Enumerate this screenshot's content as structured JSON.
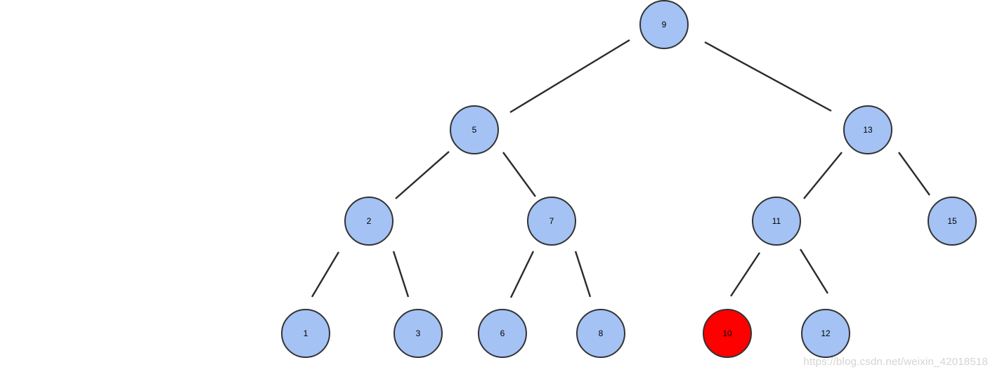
{
  "colors": {
    "node_fill": "#a4c2f4",
    "highlight_fill": "#ff0000",
    "stroke": "#333333"
  },
  "diagram": {
    "type": "binary-search-tree",
    "highlighted_node": "10",
    "nodes": [
      {
        "id": "n9",
        "label": "9"
      },
      {
        "id": "n5",
        "label": "5"
      },
      {
        "id": "n13",
        "label": "13"
      },
      {
        "id": "n2",
        "label": "2"
      },
      {
        "id": "n7",
        "label": "7"
      },
      {
        "id": "n11",
        "label": "11"
      },
      {
        "id": "n15",
        "label": "15"
      },
      {
        "id": "n1",
        "label": "1"
      },
      {
        "id": "n3",
        "label": "3"
      },
      {
        "id": "n6",
        "label": "6"
      },
      {
        "id": "n8",
        "label": "8"
      },
      {
        "id": "n10",
        "label": "10"
      },
      {
        "id": "n12",
        "label": "12"
      }
    ],
    "edges": [
      {
        "from": "n9",
        "to": "n5"
      },
      {
        "from": "n9",
        "to": "n13"
      },
      {
        "from": "n5",
        "to": "n2"
      },
      {
        "from": "n5",
        "to": "n7"
      },
      {
        "from": "n13",
        "to": "n11"
      },
      {
        "from": "n13",
        "to": "n15"
      },
      {
        "from": "n2",
        "to": "n1"
      },
      {
        "from": "n2",
        "to": "n3"
      },
      {
        "from": "n7",
        "to": "n6"
      },
      {
        "from": "n7",
        "to": "n8"
      },
      {
        "from": "n11",
        "to": "n10"
      },
      {
        "from": "n11",
        "to": "n12"
      }
    ]
  },
  "watermark": "https://blog.csdn.net/weixin_42018518"
}
